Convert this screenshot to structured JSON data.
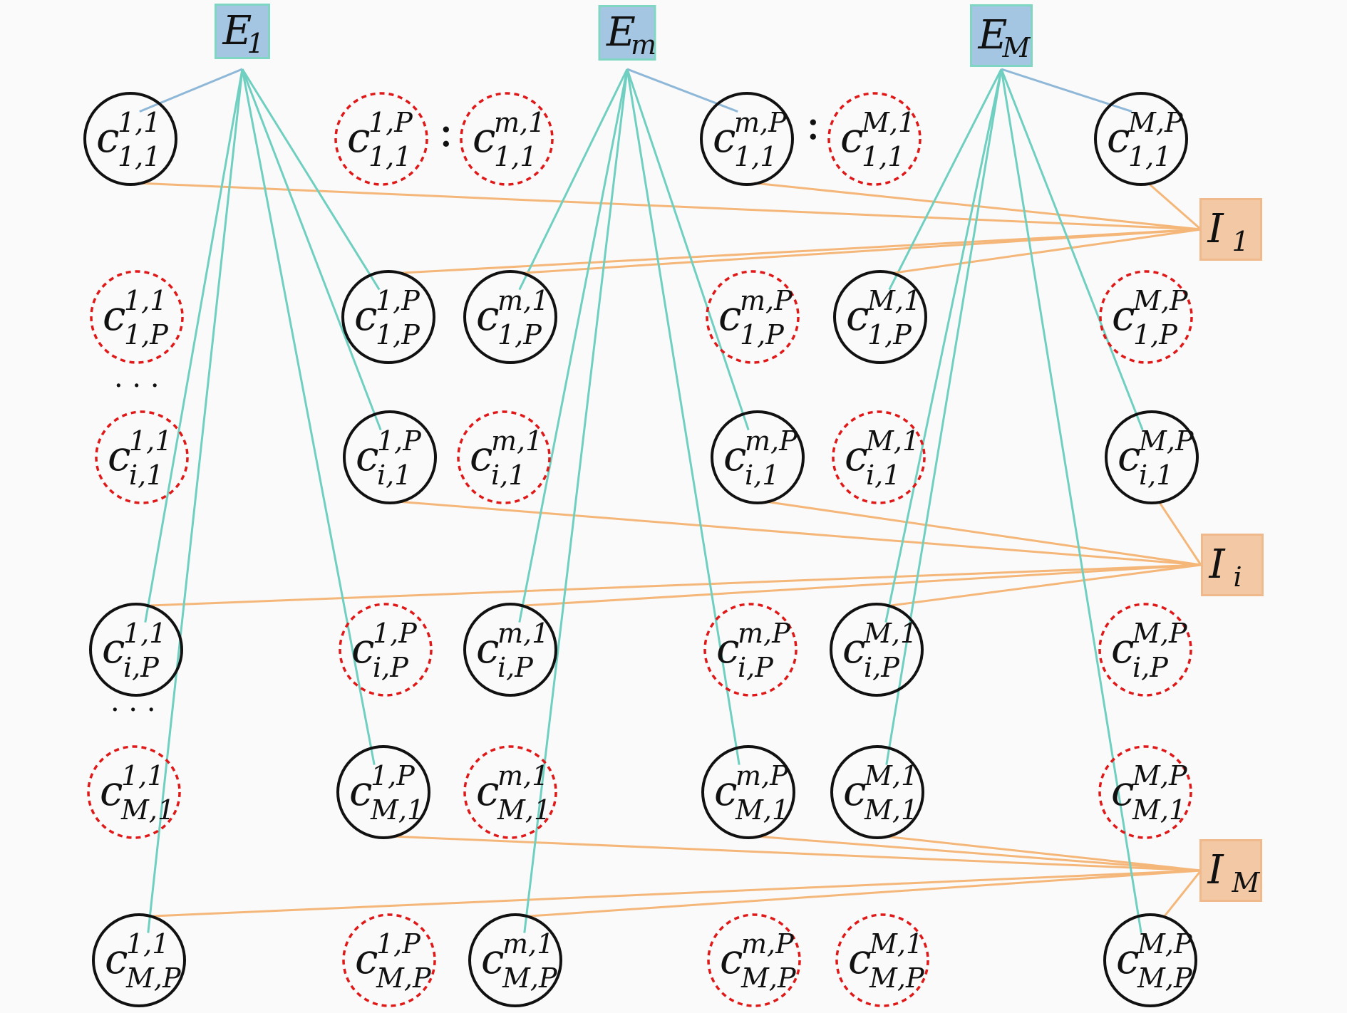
{
  "colors": {
    "background": "#fafafa",
    "e_fill": "#a5c6e2",
    "e_border": "#7fd6c3",
    "i_fill": "#f3c9a5",
    "i_border": "#f0b98c",
    "teal_edge": "#6fcfc0",
    "blue_edge": "#8fb8d8",
    "orange_edge": "#f5b779",
    "active_stroke": "#111111",
    "inactive_stroke": "#e01818"
  },
  "e_nodes": [
    {
      "id": "E1",
      "base": "E",
      "sub": "1"
    },
    {
      "id": "Em",
      "base": "E",
      "sub": "m"
    },
    {
      "id": "EM",
      "base": "E",
      "sub": "M"
    }
  ],
  "i_nodes": [
    {
      "id": "I1",
      "base": "I",
      "sub": "1"
    },
    {
      "id": "Ii",
      "base": "I",
      "sub": "i"
    },
    {
      "id": "IM",
      "base": "I",
      "sub": "M"
    }
  ],
  "rows": [
    {
      "sub": "1,1",
      "cells": [
        {
          "sup": "1,1",
          "active": true
        },
        {
          "sup": "1,P",
          "active": false
        },
        {
          "sup": "m,1",
          "active": false
        },
        {
          "sup": "m,P",
          "active": true
        },
        {
          "sup": "M,1",
          "active": false
        },
        {
          "sup": "M,P",
          "active": true
        }
      ]
    },
    {
      "sub": "1,P",
      "cells": [
        {
          "sup": "1,1",
          "active": false
        },
        {
          "sup": "1,P",
          "active": true
        },
        {
          "sup": "m,1",
          "active": true
        },
        {
          "sup": "m,P",
          "active": false
        },
        {
          "sup": "M,1",
          "active": true
        },
        {
          "sup": "M,P",
          "active": false
        }
      ]
    },
    {
      "sub": "i,1",
      "cells": [
        {
          "sup": "1,1",
          "active": false
        },
        {
          "sup": "1,P",
          "active": true
        },
        {
          "sup": "m,1",
          "active": false
        },
        {
          "sup": "m,P",
          "active": true
        },
        {
          "sup": "M,1",
          "active": false
        },
        {
          "sup": "M,P",
          "active": true
        }
      ]
    },
    {
      "sub": "i,P",
      "cells": [
        {
          "sup": "1,1",
          "active": true
        },
        {
          "sup": "1,P",
          "active": false
        },
        {
          "sup": "m,1",
          "active": true
        },
        {
          "sup": "m,P",
          "active": false
        },
        {
          "sup": "M,1",
          "active": true
        },
        {
          "sup": "M,P",
          "active": false
        }
      ]
    },
    {
      "sub": "M,1",
      "cells": [
        {
          "sup": "1,1",
          "active": false
        },
        {
          "sup": "1,P",
          "active": true
        },
        {
          "sup": "m,1",
          "active": false
        },
        {
          "sup": "m,P",
          "active": true
        },
        {
          "sup": "M,1",
          "active": true
        },
        {
          "sup": "M,P",
          "active": false
        }
      ]
    },
    {
      "sub": "M,P",
      "cells": [
        {
          "sup": "1,1",
          "active": true
        },
        {
          "sup": "1,P",
          "active": false
        },
        {
          "sup": "m,1",
          "active": true
        },
        {
          "sup": "m,P",
          "active": false
        },
        {
          "sup": "M,1",
          "active": false
        },
        {
          "sup": "M,P",
          "active": true
        }
      ]
    }
  ],
  "ellipsis": {
    "horizontal": "· · ·",
    "vertical": ":"
  }
}
